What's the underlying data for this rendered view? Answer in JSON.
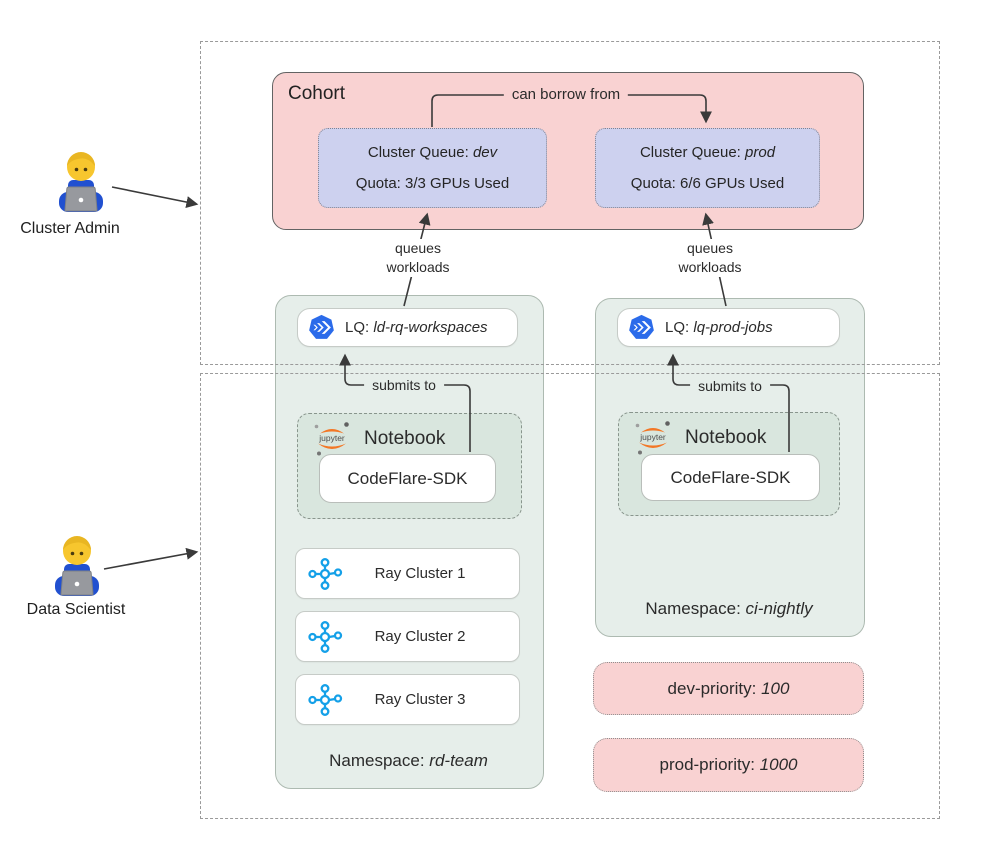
{
  "personas": [
    {
      "label": "Cluster Admin"
    },
    {
      "label": "Data Scientist"
    }
  ],
  "cohort": {
    "title": "Cohort",
    "borrow_label": "can borrow from",
    "cluster_queues": [
      {
        "label": "Cluster Queue:",
        "name": "dev",
        "quota": "Quota: 3/3 GPUs Used"
      },
      {
        "label": "Cluster Queue:",
        "name": "prod",
        "quota": "Quota: 6/6 GPUs Used"
      }
    ]
  },
  "connector_labels": {
    "queues_workloads": {
      "line1": "queues",
      "line2": "workloads"
    },
    "submits_to": "submits to"
  },
  "namespaces": [
    {
      "local_queue": {
        "label": "LQ:",
        "name": "ld-rq-workspaces"
      },
      "notebook": {
        "title": "Notebook",
        "sdk_label": "CodeFlare-SDK"
      },
      "ray_clusters": [
        "Ray Cluster 1",
        "Ray Cluster 2",
        "Ray Cluster 3"
      ],
      "namespace_label": "Namespace:",
      "name": "rd-team"
    },
    {
      "local_queue": {
        "label": "LQ:",
        "name": "lq-prod-jobs"
      },
      "notebook": {
        "title": "Notebook",
        "sdk_label": "CodeFlare-SDK"
      },
      "namespace_label": "Namespace:",
      "name": "ci-nightly"
    }
  ],
  "priorities": [
    {
      "label": "dev-priority:",
      "value": "100"
    },
    {
      "label": "prod-priority:",
      "value": "1000"
    }
  ],
  "icons": {
    "jupyter_text": "jupyter"
  },
  "colors": {
    "cohort_pink": "#f9d2d2",
    "cluster_queue_lavender": "#cdd1ef",
    "namespace_green": "#e6eeea",
    "notebook_green": "#d9e6de",
    "priority_pink": "#f9d2d2",
    "kueue_blue": "#2b6bea",
    "ray_blue": "#14a0e8",
    "jupyter_orange": "#f37726",
    "arrow_dark": "#3a3a3a"
  }
}
